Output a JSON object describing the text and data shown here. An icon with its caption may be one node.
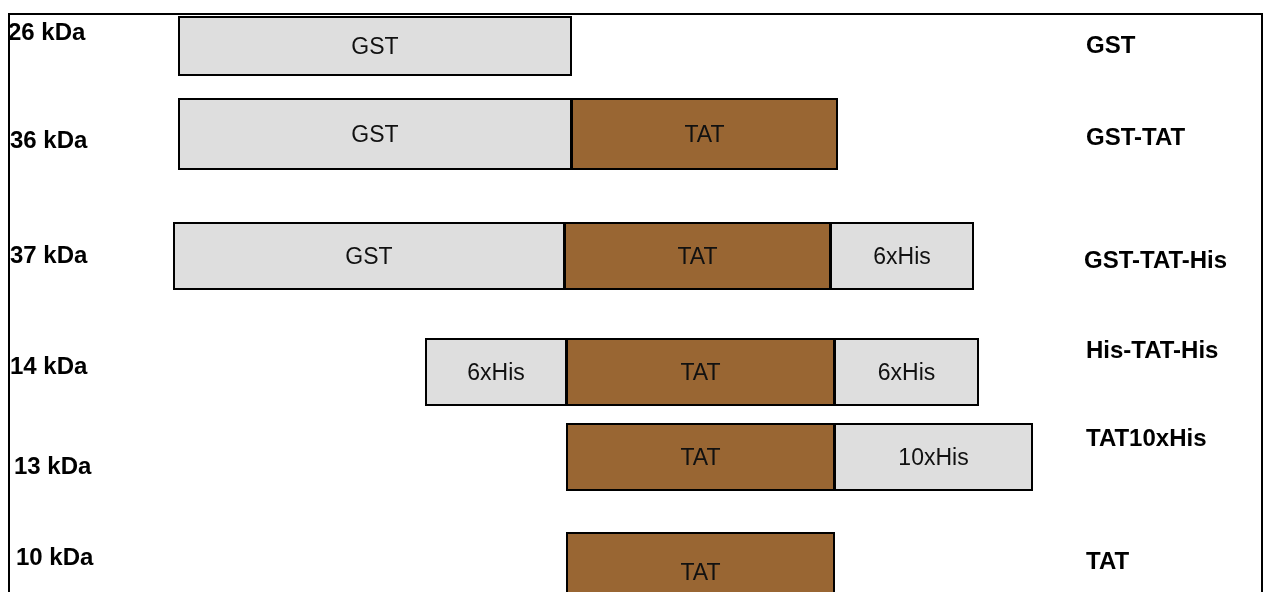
{
  "diagram": {
    "nodes": [
      {
        "text": [
          "GST"
        ]
      },
      {
        "text": [
          "GST"
        ]
      },
      {
        "text": [
          "TAT"
        ]
      },
      {
        "text": [
          "GST"
        ]
      },
      {
        "text": [
          "TAT"
        ]
      },
      {
        "text": [
          "6xHis"
        ]
      },
      {
        "text": [
          "6xHis"
        ]
      },
      {
        "text": [
          "TAT"
        ]
      },
      {
        "text": [
          "6xHis"
        ]
      },
      {
        "text": [
          "TAT"
        ]
      },
      {
        "text": [
          "10xHis"
        ]
      },
      {
        "text": [
          "TAT"
        ]
      }
    ],
    "edges": [],
    "labels": [
      "26 kDa",
      "GST",
      "36 kDa",
      "GST-TAT",
      "37 kDa",
      "GST-TAT-His",
      "14 kDa",
      "His-TAT-His",
      "13 kDa",
      "TAT10xHis",
      "10 kDa",
      "TAT"
    ]
  }
}
